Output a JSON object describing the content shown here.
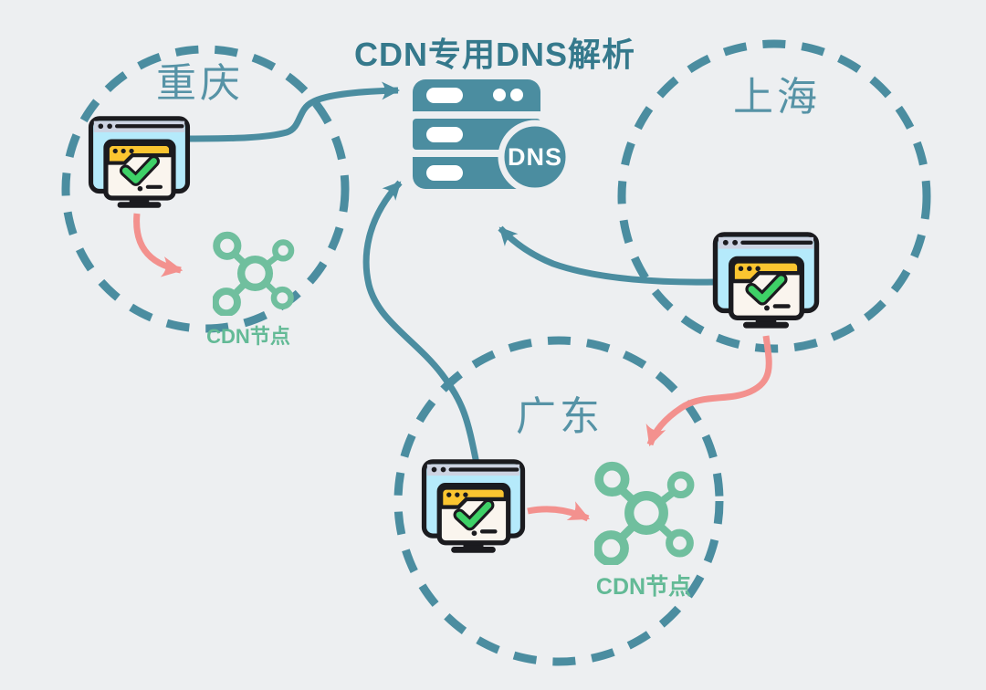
{
  "title": "CDN专用DNS解析",
  "dns_server": {
    "badge": "DNS"
  },
  "regions": [
    {
      "id": "chongqing",
      "label": "重庆"
    },
    {
      "id": "shanghai",
      "label": "上海"
    },
    {
      "id": "guangdong",
      "label": "广东"
    }
  ],
  "cdn_nodes": [
    {
      "region": "chongqing",
      "label": "CDN节点"
    },
    {
      "region": "guangdong",
      "label": "CDN节点"
    }
  ],
  "icons": {
    "client": "browser-check-monitor-icon",
    "dns": "dns-server-icon",
    "cdn": "network-node-icon"
  },
  "colors": {
    "background": "#edeff1",
    "teal": "#4b8da0",
    "teal_dark": "#35798c",
    "teal_label": "#5693a6",
    "green": "#70bf9e",
    "green_label": "#63ba96",
    "pink": "#f3918e",
    "screen_blue": "#b5eafb",
    "browser_yellow": "#fbc530",
    "paper": "#faf5ee",
    "check_green": "#3ed167"
  }
}
